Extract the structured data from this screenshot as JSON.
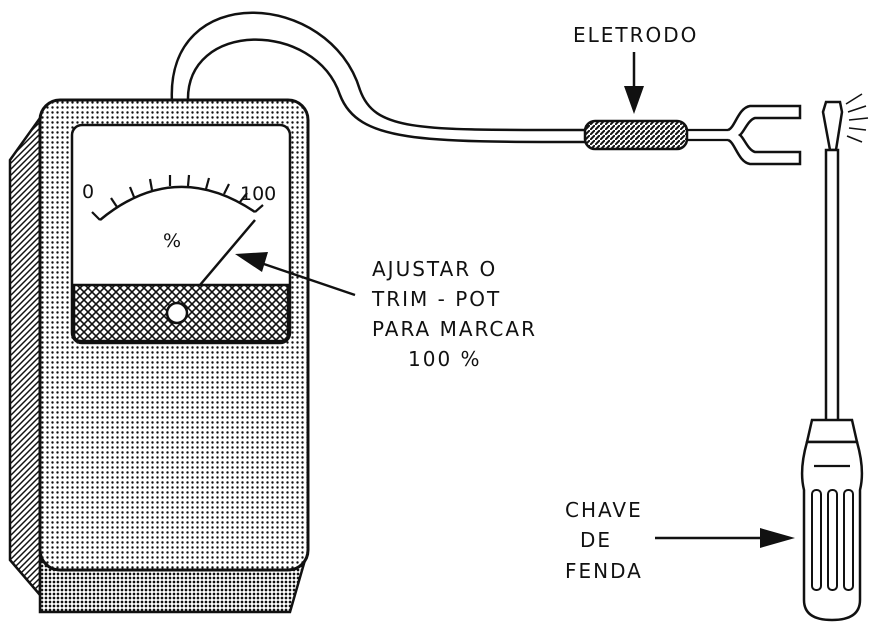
{
  "labels": {
    "electrode": "ELETRODO",
    "adjust_line1": "AJUSTAR O",
    "adjust_line2": "TRIM - POT",
    "adjust_line3": "PARA MARCAR",
    "adjust_line4": "100 %",
    "screwdriver_line1": "CHAVE",
    "screwdriver_line2": "DE",
    "screwdriver_line3": "FENDA"
  },
  "meter": {
    "scale_min": "0",
    "scale_max": "100",
    "unit": "%"
  },
  "colors": {
    "ink": "#111111",
    "paper": "#ffffff"
  }
}
